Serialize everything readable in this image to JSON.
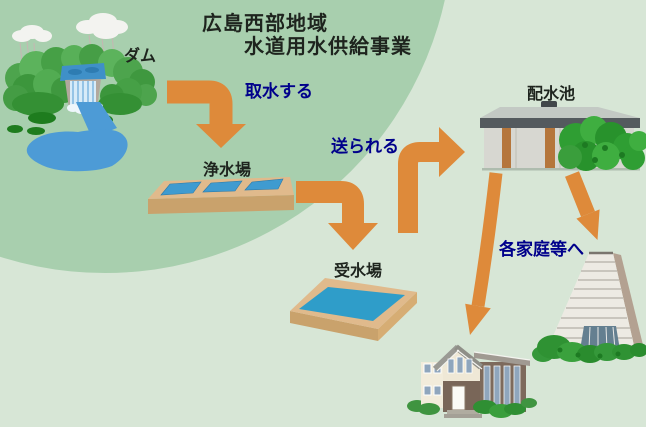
{
  "title": {
    "line1": "広島西部地域",
    "line2": "水道用水供給事業"
  },
  "labels": {
    "dam": "ダム",
    "purification_plant": "浄水場",
    "receiving_station": "受水場",
    "distribution_reservoir": "配水池",
    "to_households": "各家庭等へ",
    "intake": "取水する",
    "sent": "送られる"
  },
  "flows": [
    {
      "from": "ダム",
      "to": "浄水場",
      "label": "取水する"
    },
    {
      "from": "浄水場",
      "to": "受水場",
      "label": ""
    },
    {
      "from": "受水場",
      "to": "配水池",
      "label": "送られる"
    },
    {
      "from": "配水池",
      "to": "各家庭等へ",
      "label": ""
    },
    {
      "from": "配水池",
      "to": "各家庭等へ",
      "label": ""
    }
  ],
  "colors": {
    "background": "#d7e6d6",
    "background_blob": "#a8cfae",
    "arrow_orange": "#de8a3a",
    "flow_label_blue": "#00008b",
    "node_label_dark": "#1e241e",
    "river_blue": "#4d9bd6",
    "pool_blue": "#2f9dc9",
    "sand_tan": "#e0ba8c"
  }
}
